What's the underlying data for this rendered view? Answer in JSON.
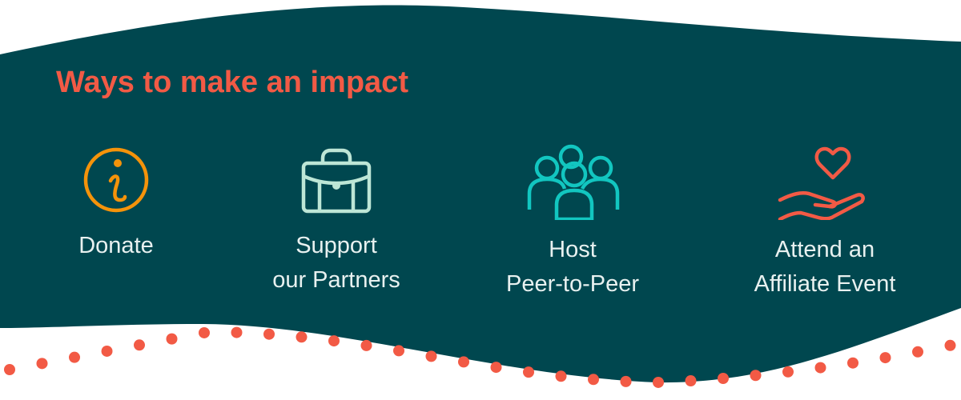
{
  "heading": "Ways to make an impact",
  "items": [
    {
      "label_lines": [
        "Donate"
      ],
      "icon": "info-icon",
      "color": "#F5930A"
    },
    {
      "label_lines": [
        "Support",
        "our Partners"
      ],
      "icon": "briefcase-icon",
      "color": "#BDE6D6"
    },
    {
      "label_lines": [
        "Host",
        "Peer-to-Peer"
      ],
      "icon": "group-icon",
      "color": "#12C6C0"
    },
    {
      "label_lines": [
        "Attend an",
        "Affiliate Event"
      ],
      "icon": "heart-in-hand-icon",
      "color": "#F25A45"
    }
  ],
  "colors": {
    "panel": "#00474F",
    "accent": "#F25A45"
  }
}
